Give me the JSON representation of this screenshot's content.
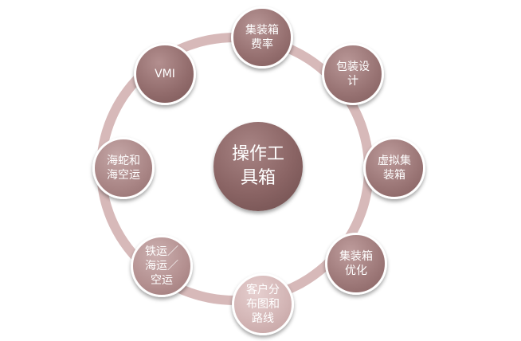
{
  "diagram": {
    "center": {
      "label": "操作工\n具箱"
    },
    "nodes": [
      {
        "label": "集装箱\n费率"
      },
      {
        "label": "包装设\n计"
      },
      {
        "label": "虚拟集\n装箱"
      },
      {
        "label": "集装箱\n优化"
      },
      {
        "label": "客户分\n布图和\n路线"
      },
      {
        "label": "铁运／\n海运／\n空运"
      },
      {
        "label": "海蛇和\n海空运"
      },
      {
        "label": "VMI"
      }
    ]
  },
  "colors": {
    "ring": "#d7b9b9",
    "center": "#8a6464",
    "node_dark": "#956f6f",
    "node_light": "#d2b4b4"
  }
}
